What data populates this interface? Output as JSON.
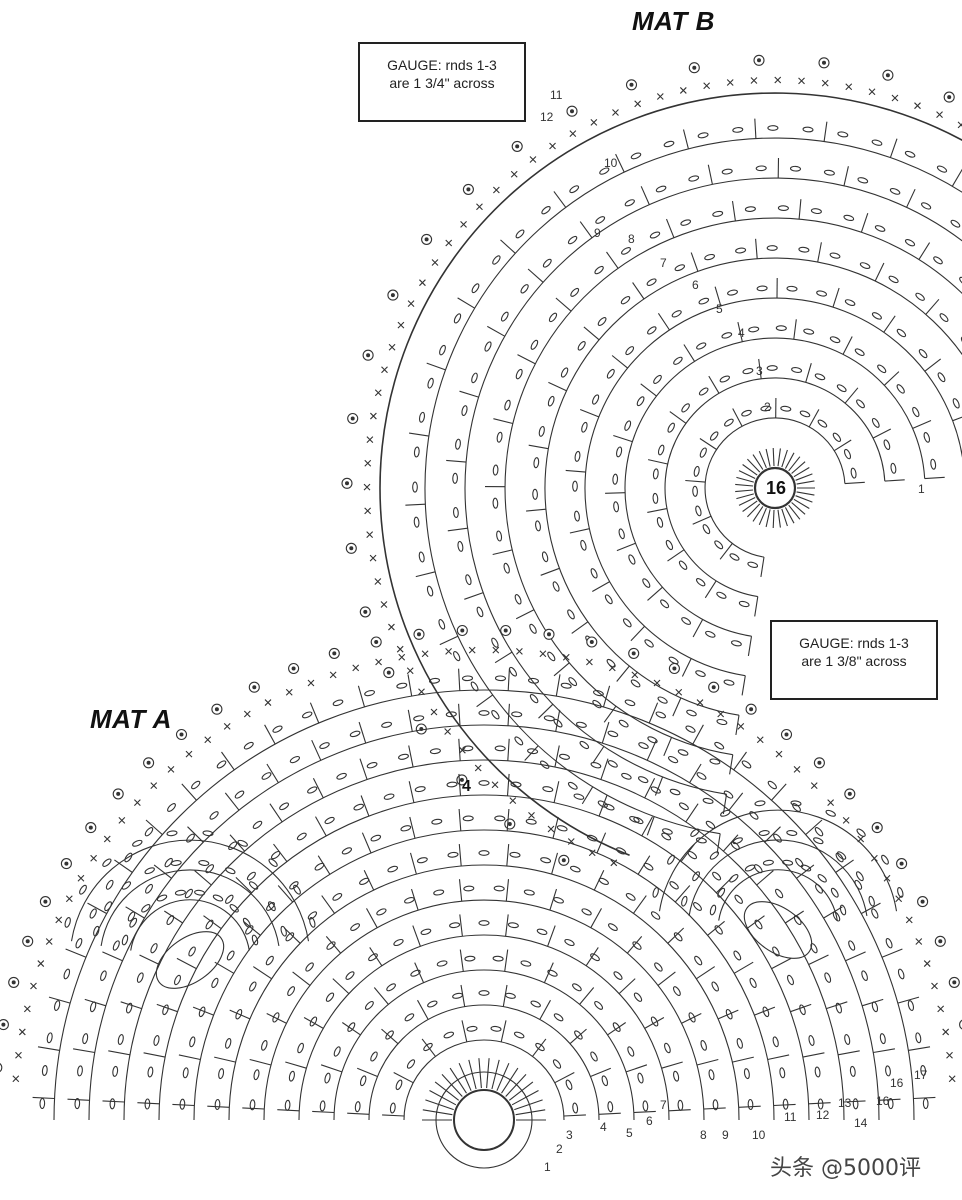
{
  "mat_b": {
    "title": "MAT B",
    "gauge_line1": "GAUGE:  rnds 1-3",
    "gauge_line2": "are 1 3/4\" across",
    "center_label": "16",
    "round_numbers": [
      "1",
      "2",
      "3",
      "4",
      "5",
      "6",
      "7",
      "8",
      "9",
      "10",
      "11",
      "12"
    ]
  },
  "mat_a": {
    "title": "MAT A",
    "gauge_line1": "GAUGE:  rnds 1-3",
    "gauge_line2": "are 1 3/8\" across",
    "motif_label": "4",
    "round_numbers": [
      "1",
      "2",
      "3",
      "4",
      "5",
      "6",
      "7",
      "8",
      "9",
      "10",
      "11",
      "12",
      "13",
      "14",
      "16",
      "16",
      "17"
    ]
  },
  "watermark": "头条 @5000评"
}
